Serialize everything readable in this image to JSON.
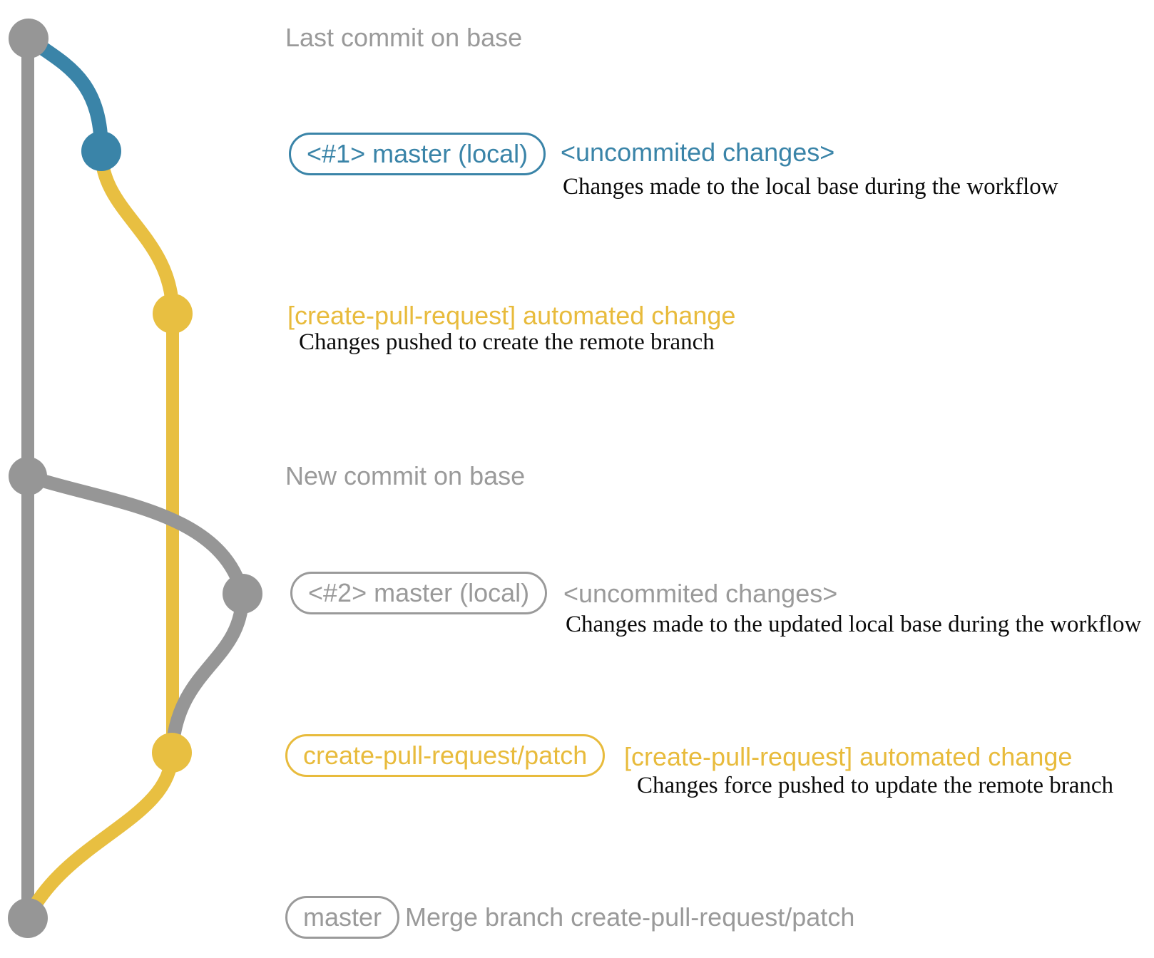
{
  "title": "create-pull-request action workflow git graph",
  "colors": {
    "base_gray": "#969696",
    "label_gray": "#9a9a9a",
    "local_blue": "#3a84a8",
    "patch_yellow": "#e8bf41",
    "detail_black": "#0b0b0b",
    "background": "#ffffff"
  },
  "graph": {
    "branches": [
      {
        "name": "base",
        "color_key": "base_gray"
      },
      {
        "name": "master (local)",
        "color_key": "local_blue"
      },
      {
        "name": "create-pull-request/patch",
        "color_key": "patch_yellow"
      }
    ],
    "commit_dot_names": [
      "last-commit-on-base",
      "local-uncommitted-changes-1",
      "patch-branch-created",
      "new-commit-on-base",
      "local-uncommitted-changes-2",
      "patch-branch-force-pushed",
      "merge-commit-on-master"
    ]
  },
  "rows": [
    {
      "label": "Last commit on base"
    },
    {
      "badge": "<#1> master (local)",
      "note": "<uncommited changes>",
      "detail": "Changes made to the local base during the workflow"
    },
    {
      "note": "[create-pull-request] automated change",
      "detail": "Changes pushed to create the remote branch"
    },
    {
      "label": "New commit on base"
    },
    {
      "badge": "<#2> master (local)",
      "note": "<uncommited changes>",
      "detail": "Changes made to the updated local base during the workflow"
    },
    {
      "badge": "create-pull-request/patch",
      "note": "[create-pull-request] automated change",
      "detail": "Changes force pushed to update the remote branch"
    },
    {
      "badge": "master",
      "note": "Merge branch create-pull-request/patch"
    }
  ]
}
